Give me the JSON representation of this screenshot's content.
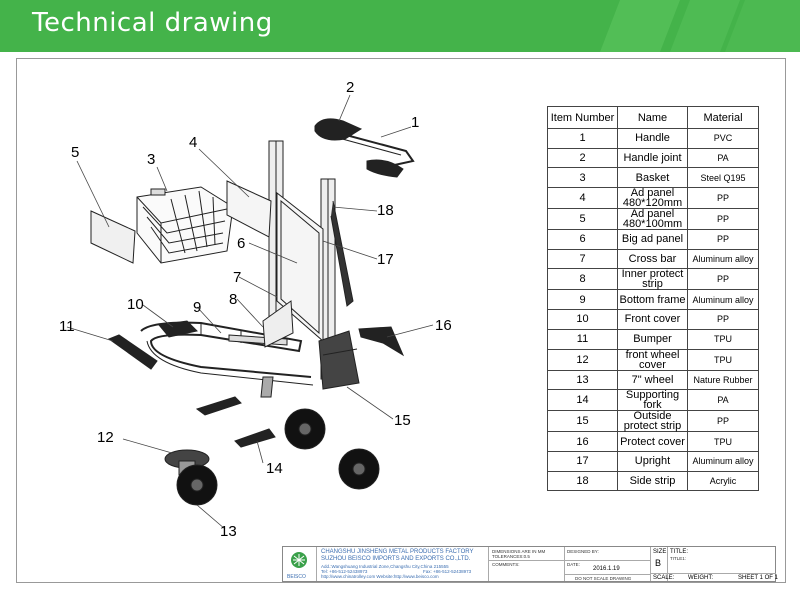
{
  "header": {
    "title": "Technical drawing",
    "bg_color": "#44b34a"
  },
  "callouts": [
    "1",
    "2",
    "3",
    "4",
    "5",
    "6",
    "7",
    "8",
    "9",
    "10",
    "11",
    "12",
    "13",
    "14",
    "15",
    "16",
    "17",
    "18"
  ],
  "parts_table": {
    "headers": [
      "Item Number",
      "Name",
      "Material"
    ],
    "rows": [
      {
        "num": "1",
        "name": "Handle",
        "material": "PVC"
      },
      {
        "num": "2",
        "name": "Handle joint",
        "material": "PA"
      },
      {
        "num": "3",
        "name": "Basket",
        "material": "Steel Q195"
      },
      {
        "num": "4",
        "name": "Ad panel 480*120mm",
        "material": "PP"
      },
      {
        "num": "5",
        "name": "Ad panel 480*100mm",
        "material": "PP"
      },
      {
        "num": "6",
        "name": "Big ad panel",
        "material": "PP"
      },
      {
        "num": "7",
        "name": "Cross bar",
        "material": "Aluminum alloy"
      },
      {
        "num": "8",
        "name": "Inner protect strip",
        "material": "PP"
      },
      {
        "num": "9",
        "name": "Bottom frame",
        "material": "Aluminum alloy"
      },
      {
        "num": "10",
        "name": "Front cover",
        "material": "PP"
      },
      {
        "num": "11",
        "name": "Bumper",
        "material": "TPU"
      },
      {
        "num": "12",
        "name": "front wheel cover",
        "material": "TPU"
      },
      {
        "num": "13",
        "name": "7\" wheel",
        "material": "Nature Rubber"
      },
      {
        "num": "14",
        "name": "Supporting fork",
        "material": "PA"
      },
      {
        "num": "15",
        "name": "Outside protect strip",
        "material": "PP"
      },
      {
        "num": "16",
        "name": "Protect cover",
        "material": "TPU"
      },
      {
        "num": "17",
        "name": "Upright",
        "material": "Aluminum alloy"
      },
      {
        "num": "18",
        "name": "Side strip",
        "material": "Acrylic"
      }
    ]
  },
  "title_block": {
    "logo_text": "BEISCO",
    "company_cn": "CHANGSHU JINSHENG METAL PRODUCTS FACTORY",
    "company_en": "SUZHOU BEISCO IMPORTS AND EXPORTS CO.,LTD.",
    "address": "Add.:Wangshuang Industrial Zone,Changshu City,China 215555",
    "tel": "Tel: +86-512-52438973",
    "fax": "Fax: +86-512-52438973",
    "web": "http://www.chinatrolley.com   Website:http://www.beisco.com",
    "dimensions_label": "DIMENSIONS ARE IN MM",
    "tolerances_label": "TOLERANCES:0.5",
    "comments_label": "COMMENTS:",
    "designed_by_label": "DESIGNED BY:",
    "date_label": "DATE:",
    "date_value": "2016.1.19",
    "do_not_scale": "DO NOT SCALE DRAWING",
    "size_label": "SIZE",
    "size_value": "B",
    "title_label": "TITLE:",
    "title_sub": "TITLE1:",
    "scale_label": "SCALE:",
    "weight_label": "WEIGHT:",
    "sheet_label": "SHEET 1 OF 1"
  }
}
